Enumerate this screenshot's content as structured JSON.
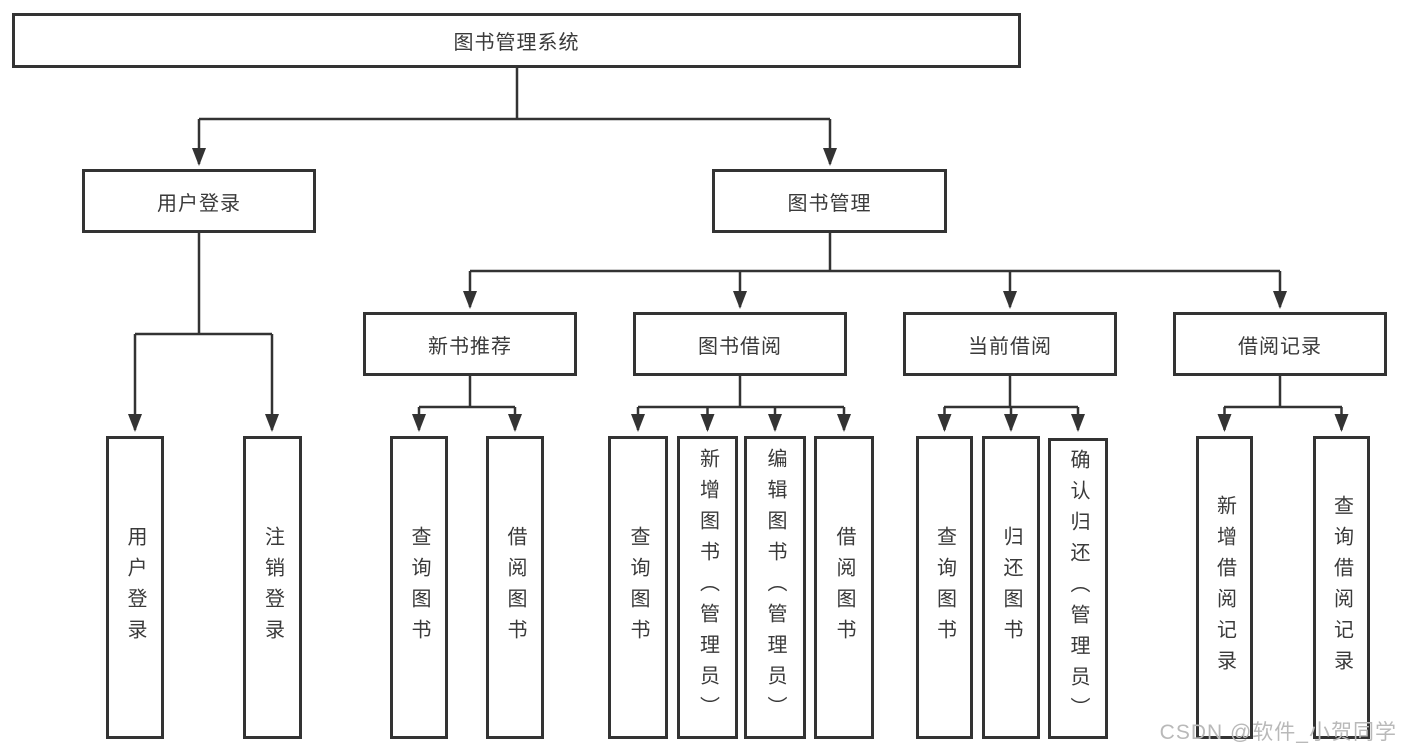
{
  "tree": {
    "root_label": "图书管理系统",
    "branches": [
      {
        "label": "用户登录",
        "children": [
          "用户登录",
          "注销登录"
        ]
      },
      {
        "label": "图书管理",
        "groups": [
          {
            "label": "新书推荐",
            "children": [
              "查询图书",
              "借阅图书"
            ]
          },
          {
            "label": "图书借阅",
            "children": [
              "查询图书",
              "新增图书（管理员）",
              "编辑图书（管理员）",
              "借阅图书"
            ]
          },
          {
            "label": "当前借阅",
            "children": [
              "查询图书",
              "归还图书",
              "确认归还（管理员）"
            ]
          },
          {
            "label": "借阅记录",
            "children": [
              "新增借阅记录",
              "查询借阅记录"
            ]
          }
        ]
      }
    ]
  },
  "watermark": "CSDN @软件_小贺同学",
  "colors": {
    "line": "#333333",
    "box_border": "#333333",
    "text": "#3a3a3a",
    "background": "#ffffff",
    "watermark": "#b9b9b9"
  }
}
